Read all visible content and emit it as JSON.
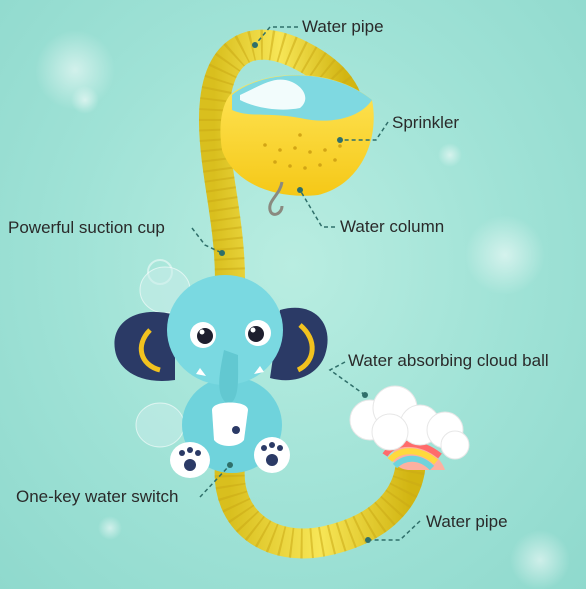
{
  "labels": {
    "water_pipe_top": "Water pipe",
    "sprinkler": "Sprinkler",
    "water_column": "Water column",
    "suction_cup": "Powerful suction cup",
    "cloud_ball": "Water absorbing cloud ball",
    "water_switch": "One-key water switch",
    "water_pipe_bottom": "Water pipe"
  },
  "colors": {
    "background": "#a6e5d9",
    "pipe": "#f2dc3a",
    "elephant": "#6fd3dc",
    "ears": "#2b3a66",
    "leader_line": "#2f6f6a"
  }
}
